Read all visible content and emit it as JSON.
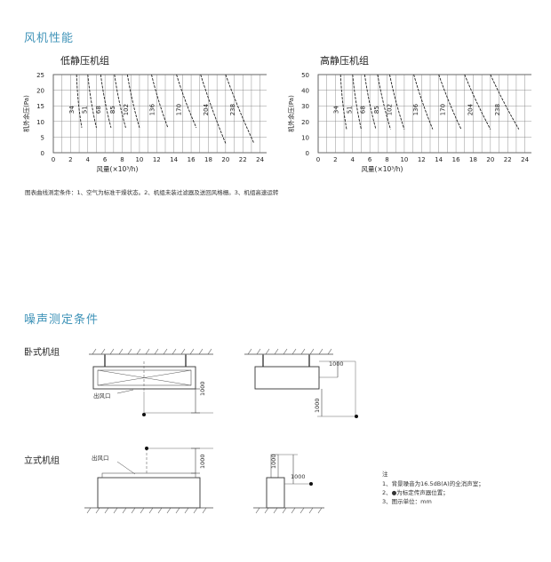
{
  "section_fan": {
    "title": "风机性能"
  },
  "charts": [
    {
      "title": "低静压机组",
      "ylabel": "机外余压(Pa)",
      "xlabel": "风量(×10³/h)",
      "yticks": [
        "0",
        "5",
        "10",
        "15",
        "20",
        "25"
      ],
      "xticks": [
        "0",
        "2",
        "4",
        "6",
        "8",
        "10",
        "12",
        "14",
        "16",
        "18",
        "20",
        "22",
        "24"
      ],
      "curves": [
        "34",
        "51",
        "68",
        "85",
        "102",
        "136",
        "170",
        "204",
        "238"
      ]
    },
    {
      "title": "高静压机组",
      "ylabel": "机外余压(Pa)",
      "xlabel": "风量(×10³/h)",
      "yticks": [
        "0",
        "10",
        "20",
        "30",
        "40",
        "50"
      ],
      "xticks": [
        "0",
        "2",
        "4",
        "6",
        "8",
        "10",
        "12",
        "14",
        "16",
        "18",
        "20",
        "22",
        "24"
      ],
      "curves": [
        "34",
        "51",
        "68",
        "85",
        "102",
        "136",
        "170",
        "204",
        "238"
      ]
    }
  ],
  "chart_data": [
    {
      "type": "line",
      "title": "低静压机组",
      "xlabel": "风量(×10³/h)",
      "ylabel": "机外余压(Pa)",
      "xlim": [
        0,
        24
      ],
      "ylim": [
        0,
        25
      ],
      "grid": true,
      "series": [
        {
          "name": "34",
          "x": [
            2.7,
            3.3
          ],
          "y": [
            25,
            8
          ]
        },
        {
          "name": "51",
          "x": [
            4.0,
            5.0
          ],
          "y": [
            25,
            8
          ]
        },
        {
          "name": "68",
          "x": [
            5.5,
            6.7
          ],
          "y": [
            25,
            8
          ]
        },
        {
          "name": "85",
          "x": [
            7.1,
            8.4
          ],
          "y": [
            25,
            8
          ]
        },
        {
          "name": "102",
          "x": [
            8.6,
            10.0
          ],
          "y": [
            25,
            8
          ]
        },
        {
          "name": "136",
          "x": [
            11.4,
            13.3
          ],
          "y": [
            25,
            8
          ]
        },
        {
          "name": "170",
          "x": [
            14.3,
            16.6
          ],
          "y": [
            25,
            8
          ]
        },
        {
          "name": "204",
          "x": [
            17.1,
            20.0
          ],
          "y": [
            25,
            3
          ]
        },
        {
          "name": "238",
          "x": [
            20.0,
            23.3
          ],
          "y": [
            25,
            3
          ]
        }
      ]
    },
    {
      "type": "line",
      "title": "高静压机组",
      "xlabel": "风量(×10³/h)",
      "ylabel": "机外余压(Pa)",
      "xlim": [
        0,
        24
      ],
      "ylim": [
        0,
        50
      ],
      "grid": true,
      "series": [
        {
          "name": "34",
          "x": [
            2.6,
            3.3
          ],
          "y": [
            50,
            15
          ]
        },
        {
          "name": "51",
          "x": [
            4.0,
            5.0
          ],
          "y": [
            50,
            15
          ]
        },
        {
          "name": "68",
          "x": [
            5.4,
            6.7
          ],
          "y": [
            50,
            15
          ]
        },
        {
          "name": "85",
          "x": [
            6.9,
            8.4
          ],
          "y": [
            50,
            15
          ]
        },
        {
          "name": "102",
          "x": [
            8.3,
            10.0
          ],
          "y": [
            50,
            15
          ]
        },
        {
          "name": "136",
          "x": [
            11.1,
            13.3
          ],
          "y": [
            50,
            15
          ]
        },
        {
          "name": "170",
          "x": [
            14.0,
            16.6
          ],
          "y": [
            50,
            15
          ]
        },
        {
          "name": "204",
          "x": [
            17.0,
            20.0
          ],
          "y": [
            50,
            15
          ]
        },
        {
          "name": "238",
          "x": [
            20.0,
            23.3
          ],
          "y": [
            50,
            15
          ]
        }
      ]
    }
  ],
  "chart_note": "图表曲线测定条件：1、空气为标准干燥状态。2、机组未装过滤器及送回风格栅。3、机组高速运转",
  "section_noise": {
    "title": "噪声测定条件"
  },
  "horizontal": {
    "title": "卧式机组",
    "outlet_label": "出风口",
    "dim_1000_a": "1000",
    "dim_1000_b": "1000",
    "dim_1000_c": "1000"
  },
  "vertical": {
    "title": "立式机组",
    "outlet_label": "出风口",
    "dim_1000_a": "1000",
    "dim_1000_b": "1000",
    "dim_1000_c": "1000"
  },
  "notes": {
    "head": "注",
    "items": [
      "1、背景噪音为16.5dB(A)的全消声室；",
      "2、●为标定传声器位置；",
      "3、图示单位：mm"
    ]
  }
}
